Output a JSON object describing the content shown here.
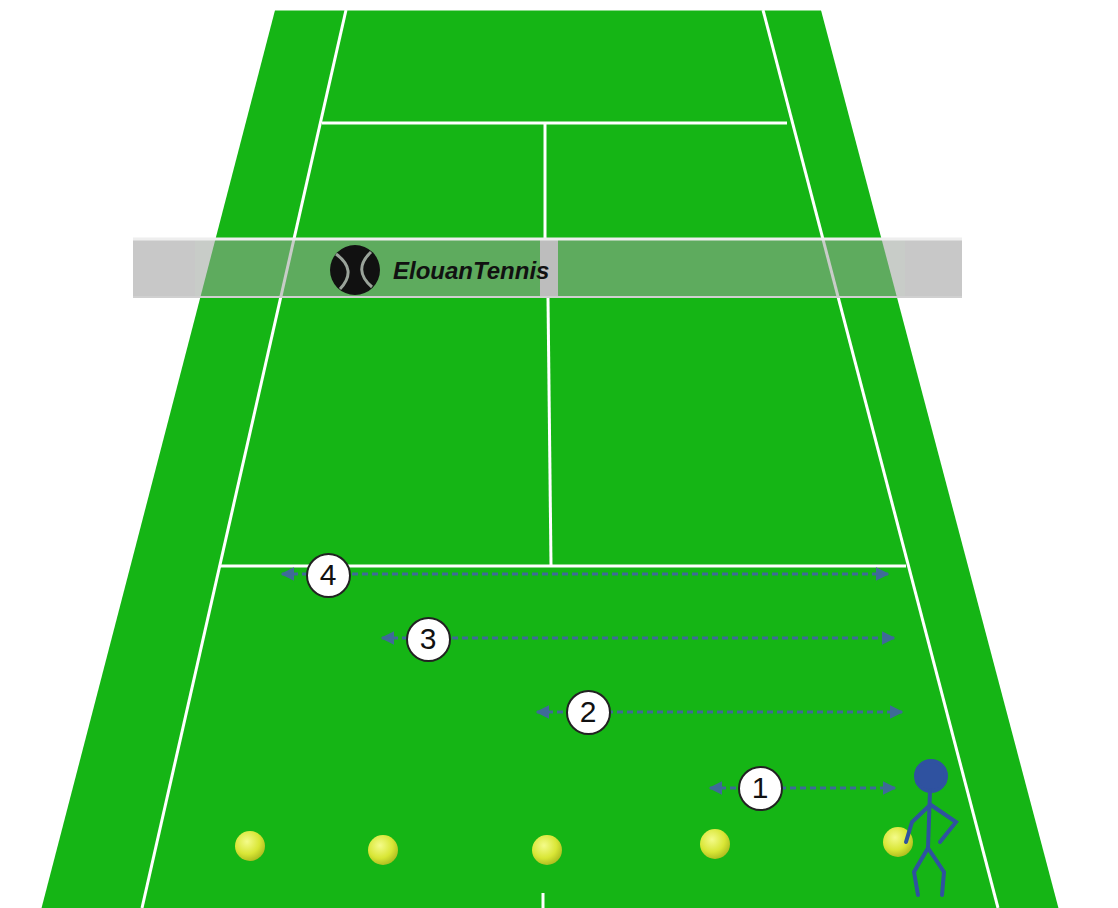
{
  "diagram": {
    "nodes": [
      {
        "text": [
          "4"
        ]
      },
      {
        "text": [
          "3"
        ]
      },
      {
        "text": [
          "2"
        ]
      },
      {
        "text": [
          "1"
        ]
      }
    ],
    "labels": [
      "ElouanTennis"
    ]
  }
}
